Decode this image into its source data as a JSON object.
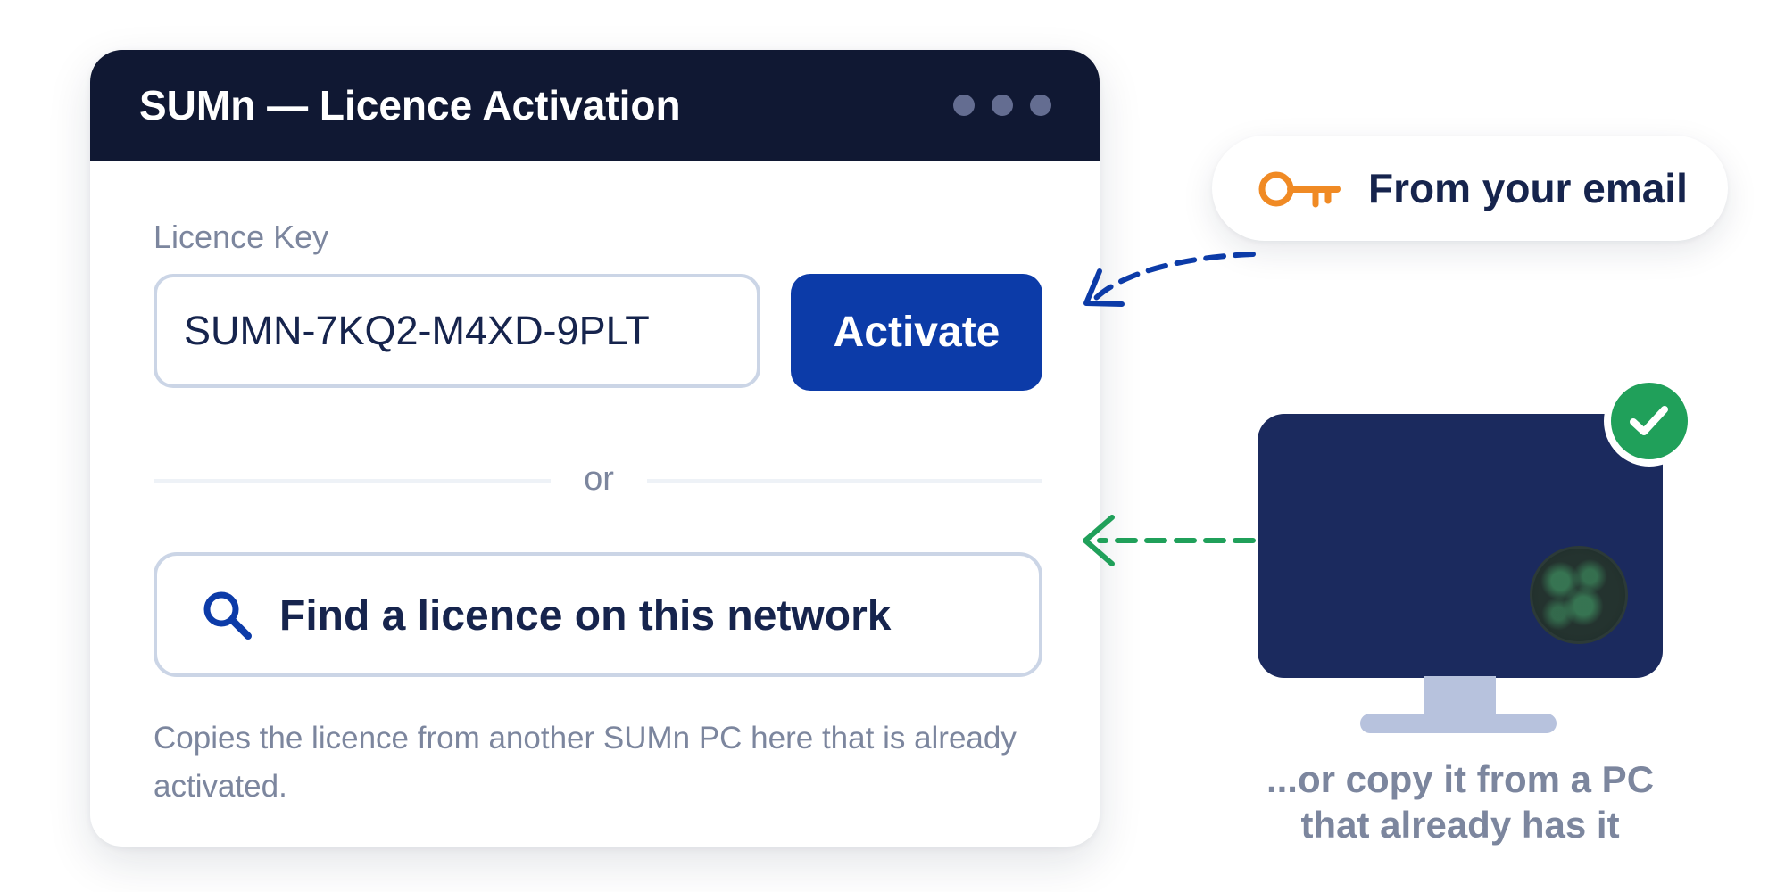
{
  "window": {
    "title": "SUMn — Licence Activation",
    "controls": [
      "dot-1",
      "dot-2",
      "dot-3"
    ]
  },
  "licence": {
    "label": "Licence Key",
    "key_value": "SUMN-7KQ2-M4XD-9PLT",
    "activate_label": "Activate"
  },
  "divider": {
    "text": "or"
  },
  "network": {
    "find_label": "Find a licence on this network",
    "find_icon": "search-icon",
    "helper_text": "Copies the licence from another SUMn PC here that is already activated."
  },
  "email_hint": {
    "label": "From your email",
    "icon": "key-icon"
  },
  "pc_hint": {
    "caption_line1": "...or copy it from a PC",
    "caption_line2": "that already has it",
    "badge_icon": "check-icon",
    "monitor_icon": "monitor-icon",
    "globe_icon": "globe-icon"
  },
  "colors": {
    "titlebar": "#101833",
    "primary": "#0c3ba8",
    "navy_text": "#16244d",
    "muted_text": "#7c869e",
    "key_orange": "#f08a24",
    "success_green": "#20a05a",
    "arrow_blue": "#0c3ba8",
    "arrow_green": "#20a05a",
    "monitor": "#1b2a5e",
    "monitor_stand": "#b7c2dd"
  }
}
